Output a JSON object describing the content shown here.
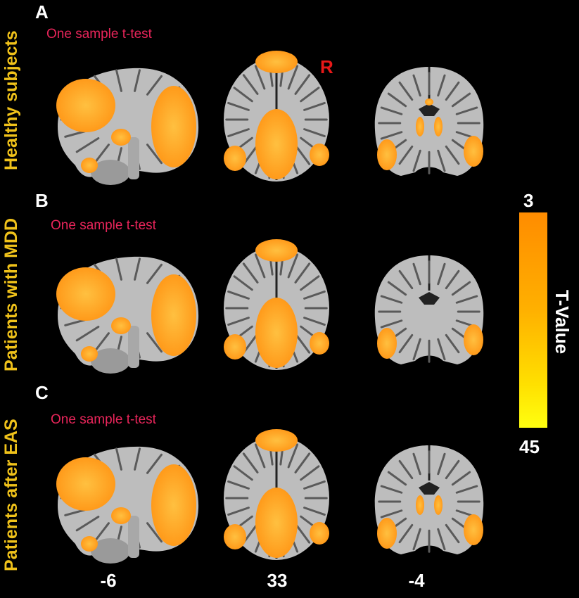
{
  "rows": [
    {
      "panel": "A",
      "group_label": "Healthy subjects",
      "test_label": "One sample t-test"
    },
    {
      "panel": "B",
      "group_label": "Patients with MDD",
      "test_label": "One sample t-test"
    },
    {
      "panel": "C",
      "group_label": "Patients after EAS",
      "test_label": "One sample t-test"
    }
  ],
  "hemisphere_marker": "R",
  "slice_coordinates": [
    "-6",
    "33",
    "-4"
  ],
  "colorbar": {
    "title": "T-Value",
    "top_value": "3",
    "bottom_value": "45",
    "colors": [
      "#ff8c00",
      "#ffb000",
      "#ffe000",
      "#ffff10"
    ]
  },
  "colors": {
    "background": "#000000",
    "activation": "#ff9a1a",
    "activation_core": "#ffc040",
    "brain_gray": "#bdbdbd",
    "brain_dark": "#5a5a5a",
    "group_label": "#f0c21a",
    "test_label": "#e8255a",
    "marker": "#e81818"
  }
}
